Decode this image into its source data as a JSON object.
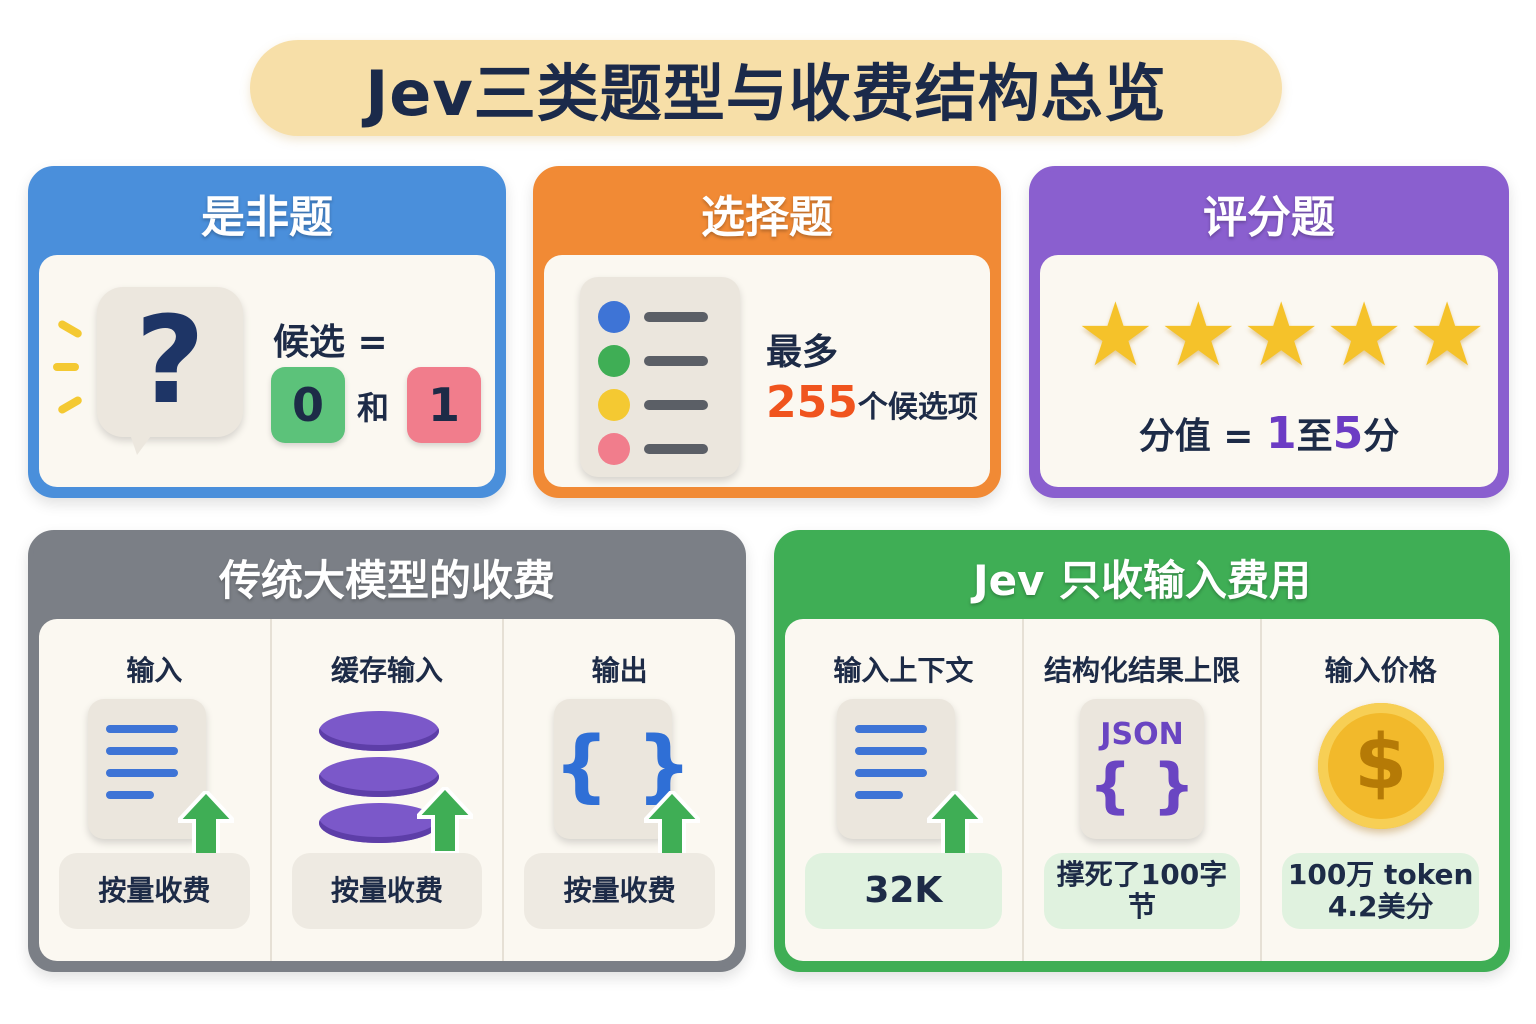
{
  "title": "Jev三类题型与收费结构总览",
  "true_false": {
    "title": "是非题",
    "label": "候选 =",
    "value_a": "0",
    "connector": "和",
    "value_b": "1",
    "icon": "question-mark-icon"
  },
  "multiple_choice": {
    "title": "选择题",
    "line1": "最多",
    "count": "255",
    "count_suffix": "个候选项",
    "icon": "list-icon",
    "dot_colors": [
      "#3e74d6",
      "#3fae55",
      "#f4c932",
      "#f17d8c"
    ]
  },
  "rating": {
    "title": "评分题",
    "stars": 5,
    "prefix": "分值 =",
    "min": "1",
    "middle": "至",
    "max": "5",
    "suffix": "分"
  },
  "traditional_pricing": {
    "title": "传统大模型的收费",
    "columns": [
      {
        "label": "输入",
        "note": "按量收费",
        "icon": "document-upload-icon"
      },
      {
        "label": "缓存输入",
        "note": "按量收费",
        "icon": "database-upload-icon"
      },
      {
        "label": "输出",
        "note": "按量收费",
        "icon": "code-braces-upload-icon"
      }
    ]
  },
  "jev_pricing": {
    "title": "Jev 只收输入费用",
    "columns": [
      {
        "label": "输入上下文",
        "note": "32K",
        "icon": "document-upload-icon"
      },
      {
        "label": "结构化结果上限",
        "note": "撑死了100字节",
        "icon": "json-icon",
        "icon_text": "JSON"
      },
      {
        "label": "输入价格",
        "note_line1": "100万 token",
        "note_line2": "4.2美分",
        "icon": "dollar-coin-icon"
      }
    ]
  },
  "colors": {
    "blue": "#4a8fdb",
    "orange": "#f18a35",
    "purple": "#8a5fcf",
    "gray": "#7b7f86",
    "green": "#3fae55",
    "accent_orange": "#f0541e",
    "accent_purple": "#6c3cc4"
  }
}
